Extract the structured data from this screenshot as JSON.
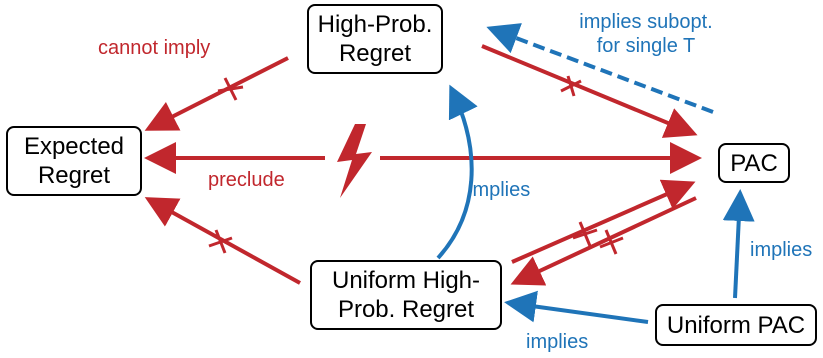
{
  "nodes": {
    "high_prob_regret": [
      "High-Prob.",
      "Regret"
    ],
    "expected_regret": [
      "Expected",
      "Regret"
    ],
    "pac": [
      "PAC"
    ],
    "uniform_hp_regret": [
      "Uniform High-",
      "Prob. Regret"
    ],
    "uniform_pac": [
      "Uniform PAC"
    ]
  },
  "labels": {
    "cannot_imply": "cannot imply",
    "preclude": "preclude",
    "implies_subopt_line1": "implies subopt.",
    "implies_subopt_line2": "for single T",
    "implies_center": "implies",
    "implies_right": "implies",
    "implies_bottom": "implies"
  },
  "colors": {
    "negative": "#c1272d",
    "positive": "#1f74b8",
    "border": "#000000"
  }
}
